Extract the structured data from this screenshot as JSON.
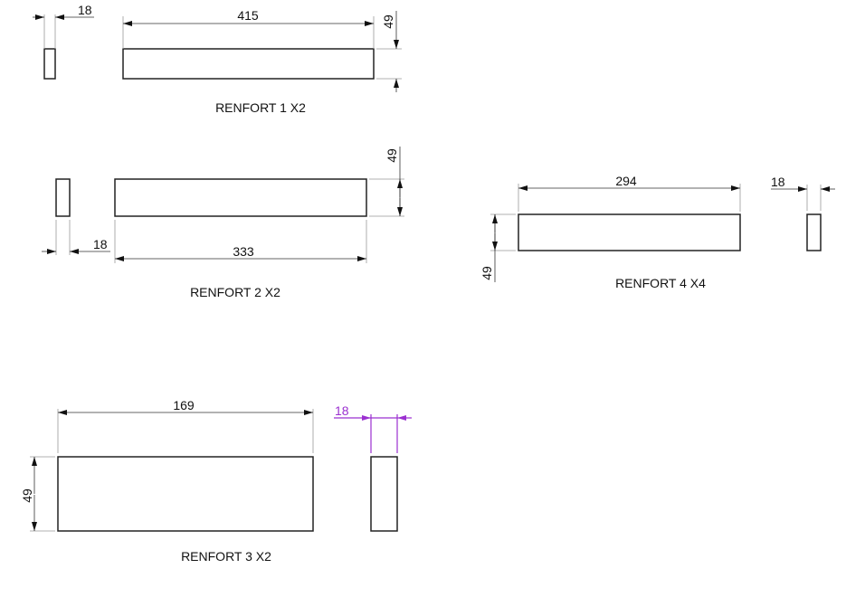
{
  "drawing": {
    "accent_color": "#9b30d0",
    "parts": [
      {
        "label": "RENFORT 1 X2",
        "length": "415",
        "height": "49",
        "thickness": "18"
      },
      {
        "label": "RENFORT 2 X2",
        "length": "333",
        "height": "49",
        "thickness": "18"
      },
      {
        "label": "RENFORT 4 X4",
        "length": "294",
        "height": "49",
        "thickness": "18"
      },
      {
        "label": "RENFORT 3 X2",
        "length": "169",
        "height": "49",
        "thickness": "18"
      }
    ]
  }
}
